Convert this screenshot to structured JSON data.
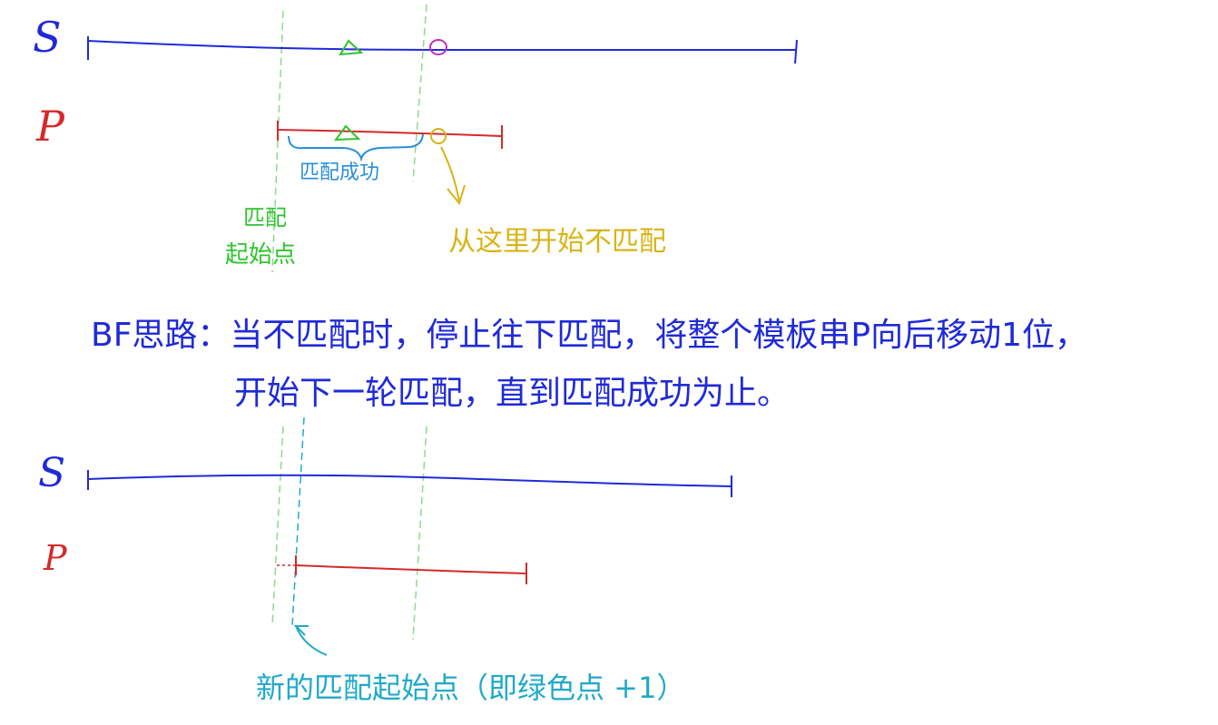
{
  "colors": {
    "s_line": "#1f2ad8",
    "p_line": "#d42a2a",
    "match_green": "#2fc42f",
    "mismatch_magenta": "#c02fc0",
    "mismatch_yellow": "#d8b417",
    "success_blue": "#2a8fd6",
    "guide_green": "#8fd88f",
    "new_start_cyan": "#21a9c9",
    "note_blue": "#1f2ad8"
  },
  "icons": {
    "match_marker": "triangle-icon",
    "mismatch_marker": "circle-icon",
    "pointer": "arrow-down-icon"
  },
  "diagram_top": {
    "s_label": "S",
    "p_label": "P",
    "match_success": "匹配成功",
    "match_start_line1": "匹配",
    "match_start_line2": "起始点",
    "mismatch_from_here": "从这里开始不匹配"
  },
  "note": {
    "line1": "BF思路：当不匹配时，停止往下匹配，将整个模板串P向后移动1位，",
    "line2": "开始下一轮匹配，直到匹配成功为止。"
  },
  "diagram_bottom": {
    "s_label": "S",
    "p_label": "P",
    "new_start": "新的匹配起始点（即绿色点 +1）"
  }
}
